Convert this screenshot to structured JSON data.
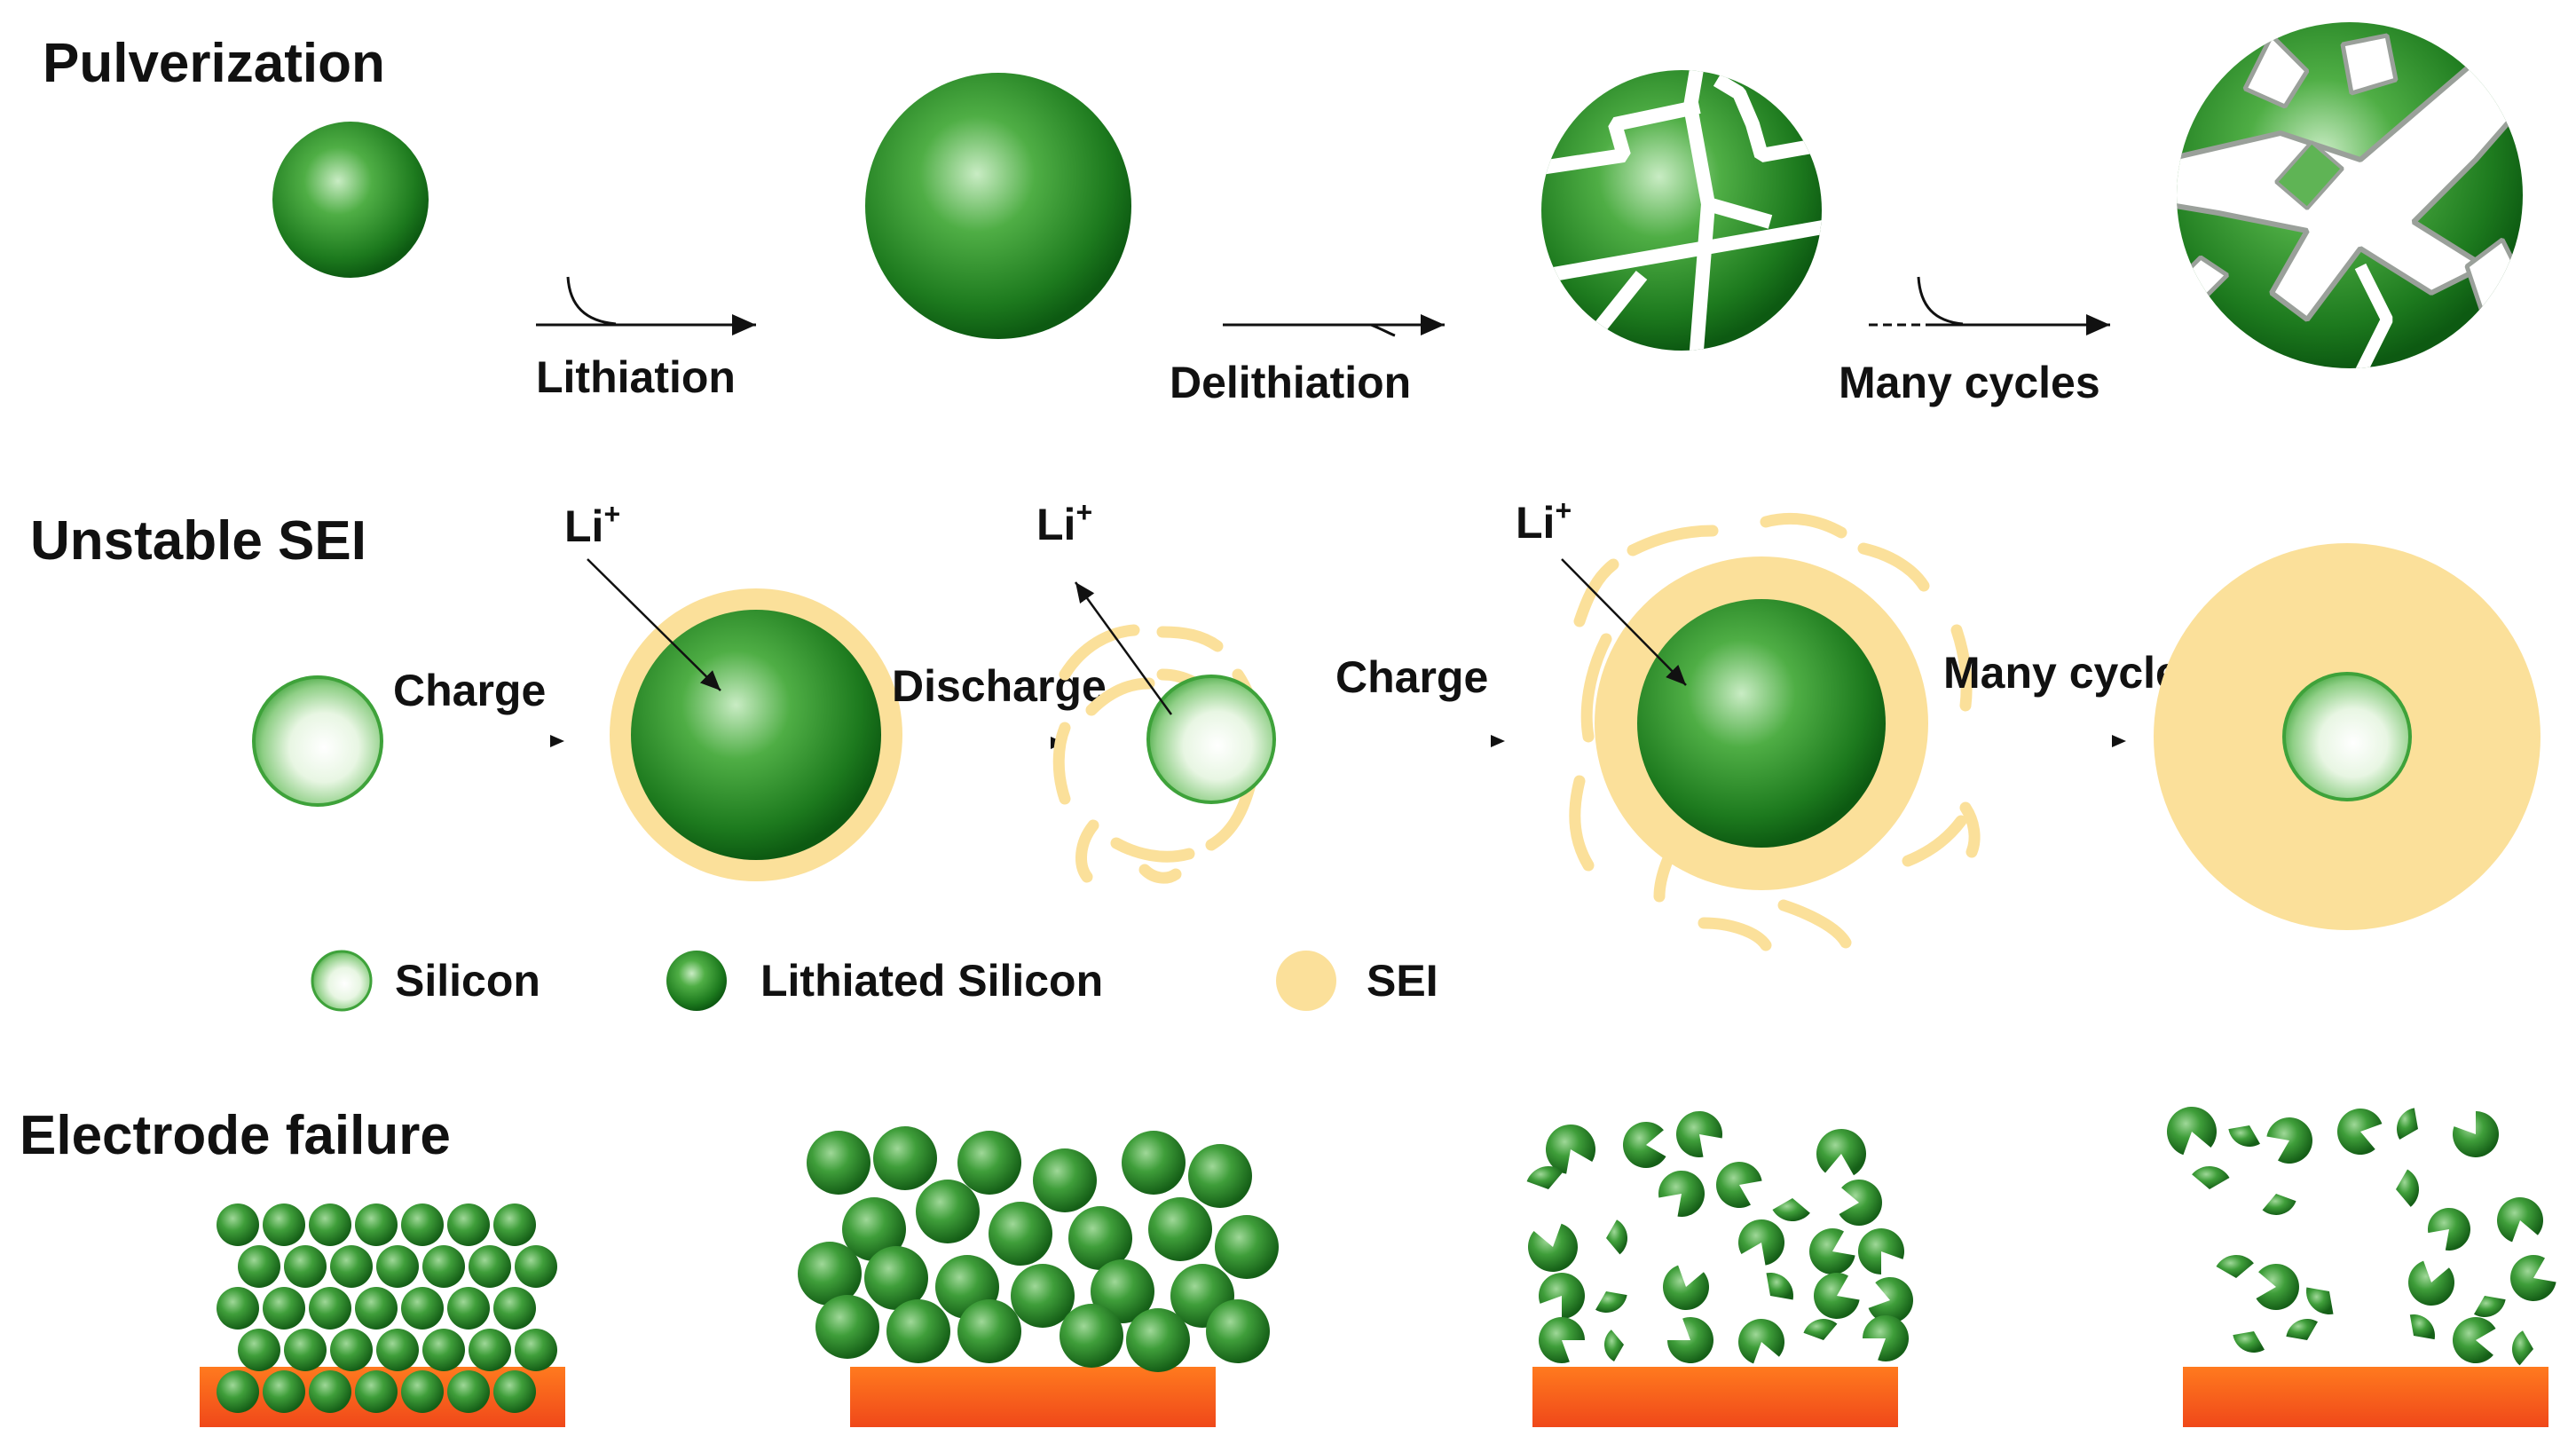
{
  "sections": {
    "pulverization": {
      "title": "Pulverization",
      "steps": [
        "Lithiation",
        "Delithiation",
        "Many cycles"
      ]
    },
    "unstable_sei": {
      "title": "Unstable SEI",
      "steps": [
        "Charge",
        "Discharge",
        "Charge",
        "Many cycles"
      ],
      "ion_label": "Li",
      "ion_charge": "+"
    },
    "electrode_failure": {
      "title": "Electrode failure"
    }
  },
  "legend": {
    "items": [
      "Silicon",
      "Lithiated Silicon",
      "SEI"
    ]
  },
  "colors": {
    "lithiated_silicon": "#1f7a1f",
    "silicon_edge": "#3aa63a",
    "sei": "#fbe09a",
    "current_collector": "#f25a1c"
  }
}
